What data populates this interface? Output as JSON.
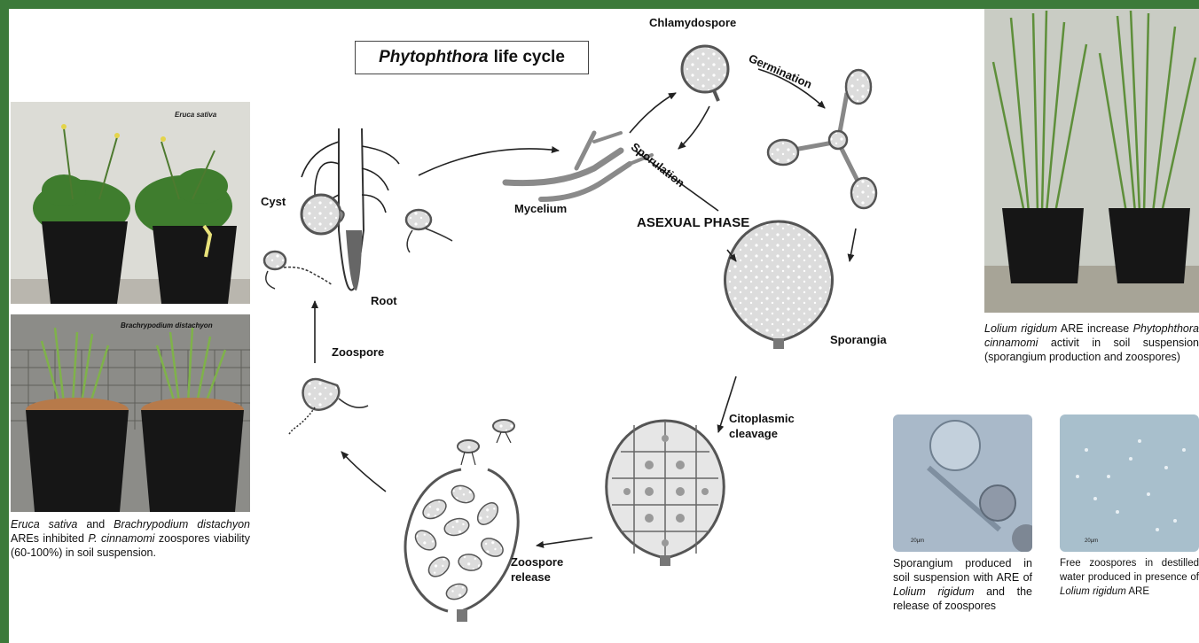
{
  "title": {
    "italic": "Phytophthora",
    "rest": "life cycle"
  },
  "labels": {
    "chlamydospore": "Chlamydospore",
    "germination": "Germination",
    "sporulation": "Sporulation",
    "mycelium": "Mycelium",
    "asexual_phase": "ASEXUAL PHASE",
    "cyst": "Cyst",
    "root": "Root",
    "zoospore": "Zoospore",
    "sporangia": "Sporangia",
    "citoplasmic_cleavage": [
      "Citoplasmic",
      "cleavage"
    ],
    "zoospore_release": [
      "Zoospore",
      "release"
    ]
  },
  "photos": {
    "eruca_tag": "Eruca sativa",
    "brachy_tag": "Brachrypodium distachyon",
    "scale_1": "20µm",
    "scale_2": "20µm"
  },
  "captions": {
    "left": {
      "p1": "Eruca sativa",
      "p2": "and",
      "p3": "Brachrypodium distachyon",
      "p4": "AREs inhibited",
      "p5": "P. cinnamomi",
      "p6": "zoospores viability (60-100%) in soil suspension."
    },
    "right": {
      "p1": "Lolium rigidum",
      "p2": "ARE increase",
      "p3": "Phytophthora cinnamomi",
      "p4": "activit in soil suspension (sporangium production and zoospores)"
    },
    "micro1": {
      "p1": "Sporangium produced in soil suspension with ARE of",
      "p2": "Lolium rigidum",
      "p3": "and the release of zoospores"
    },
    "micro2": {
      "p1": "Free zoospores in destilled water produced in presence of",
      "p2": "Lolium rigidum",
      "p3": "ARE"
    }
  },
  "colors": {
    "frame": "#3c7a3a",
    "cell_fill": "#d6d6d6",
    "cell_stroke": "#555555"
  }
}
